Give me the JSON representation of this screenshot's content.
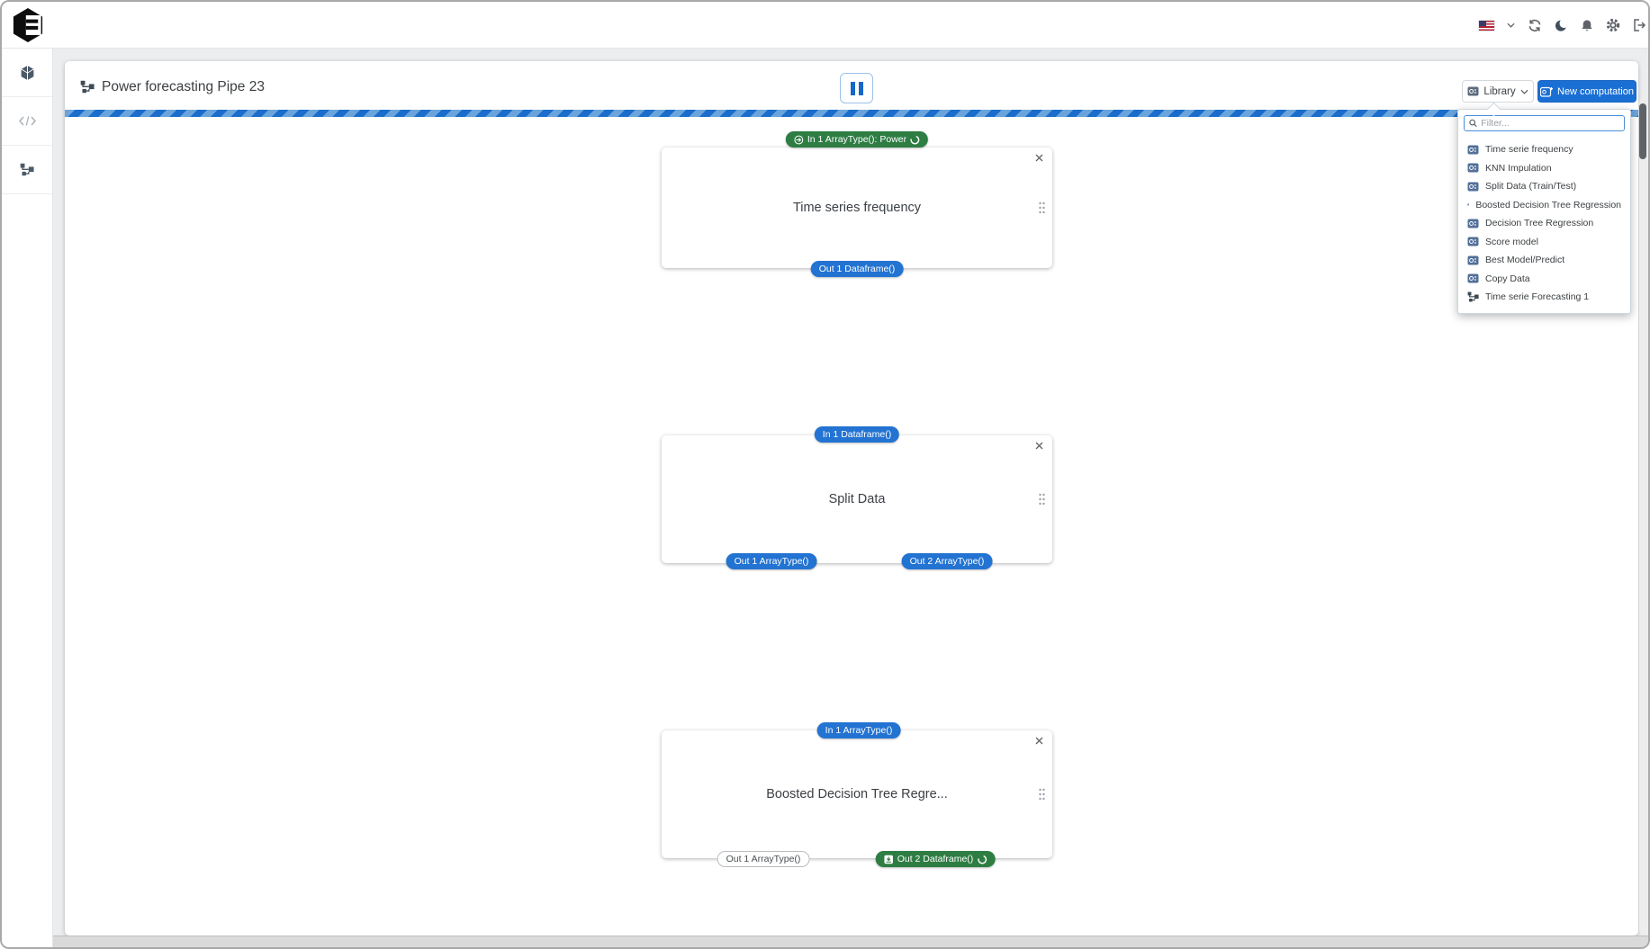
{
  "topbar": {
    "icons": [
      {
        "name": "language-flag-us"
      },
      {
        "name": "chevron-down"
      },
      {
        "name": "refresh"
      },
      {
        "name": "dark-mode-moon"
      },
      {
        "name": "notifications-bell"
      },
      {
        "name": "settings-gear"
      },
      {
        "name": "logout"
      }
    ]
  },
  "sidebar": {
    "items": [
      {
        "name": "models-cube"
      },
      {
        "name": "code"
      },
      {
        "name": "pipelines"
      }
    ]
  },
  "header": {
    "title": "Power forecasting Pipe 23",
    "library_button": "Library",
    "new_computation_button": "New computation"
  },
  "library_dropdown": {
    "filter_placeholder": "Filter...",
    "items": [
      {
        "label": "Time serie frequency",
        "icon": "computation-box"
      },
      {
        "label": "KNN Impulation",
        "icon": "computation-box"
      },
      {
        "label": "Split Data (Train/Test)",
        "icon": "computation-box"
      },
      {
        "label": "Boosted Decision Tree Regression",
        "icon": "computation-box"
      },
      {
        "label": "Decision Tree Regression",
        "icon": "computation-box"
      },
      {
        "label": "Score model",
        "icon": "computation-box"
      },
      {
        "label": "Best Model/Predict",
        "icon": "computation-box"
      },
      {
        "label": "Copy Data",
        "icon": "computation-box"
      },
      {
        "label": "Time serie Forecasting 1",
        "icon": "pipeline"
      }
    ]
  },
  "pipeline": {
    "progress_bar_style": "blue-striped-running",
    "nodes": [
      {
        "title": "Time series frequency",
        "in_badges": [
          {
            "label": "In 1 ArrayType(): Power",
            "color": "green",
            "icon": "input-source",
            "spinner": true
          }
        ],
        "out_badges": [
          {
            "label": "Out 1 Dataframe()",
            "color": "blue"
          }
        ]
      },
      {
        "title": "Split Data",
        "in_badges": [
          {
            "label": "In 1 Dataframe()",
            "color": "blue"
          }
        ],
        "out_badges": [
          {
            "label": "Out 1 ArrayType()",
            "color": "blue"
          },
          {
            "label": "Out 2 ArrayType()",
            "color": "blue"
          }
        ]
      },
      {
        "title": "Boosted Decision Tree Regre...",
        "in_badges": [
          {
            "label": "In 1 ArrayType()",
            "color": "blue"
          }
        ],
        "out_badges": [
          {
            "label": "Out 1 ArrayType()",
            "color": "white"
          },
          {
            "label": "Out 2 Dataframe()",
            "color": "green",
            "icon": "archive-box",
            "spinner": true
          }
        ]
      }
    ]
  },
  "colors": {
    "accent_blue": "#1a6fd4",
    "badge_blue": "#2273d2",
    "badge_green": "#2e7d43",
    "edge_blue": "#4177c8",
    "stripe_dark": "#1a6dcb",
    "stripe_light": "#6aa4dc"
  }
}
